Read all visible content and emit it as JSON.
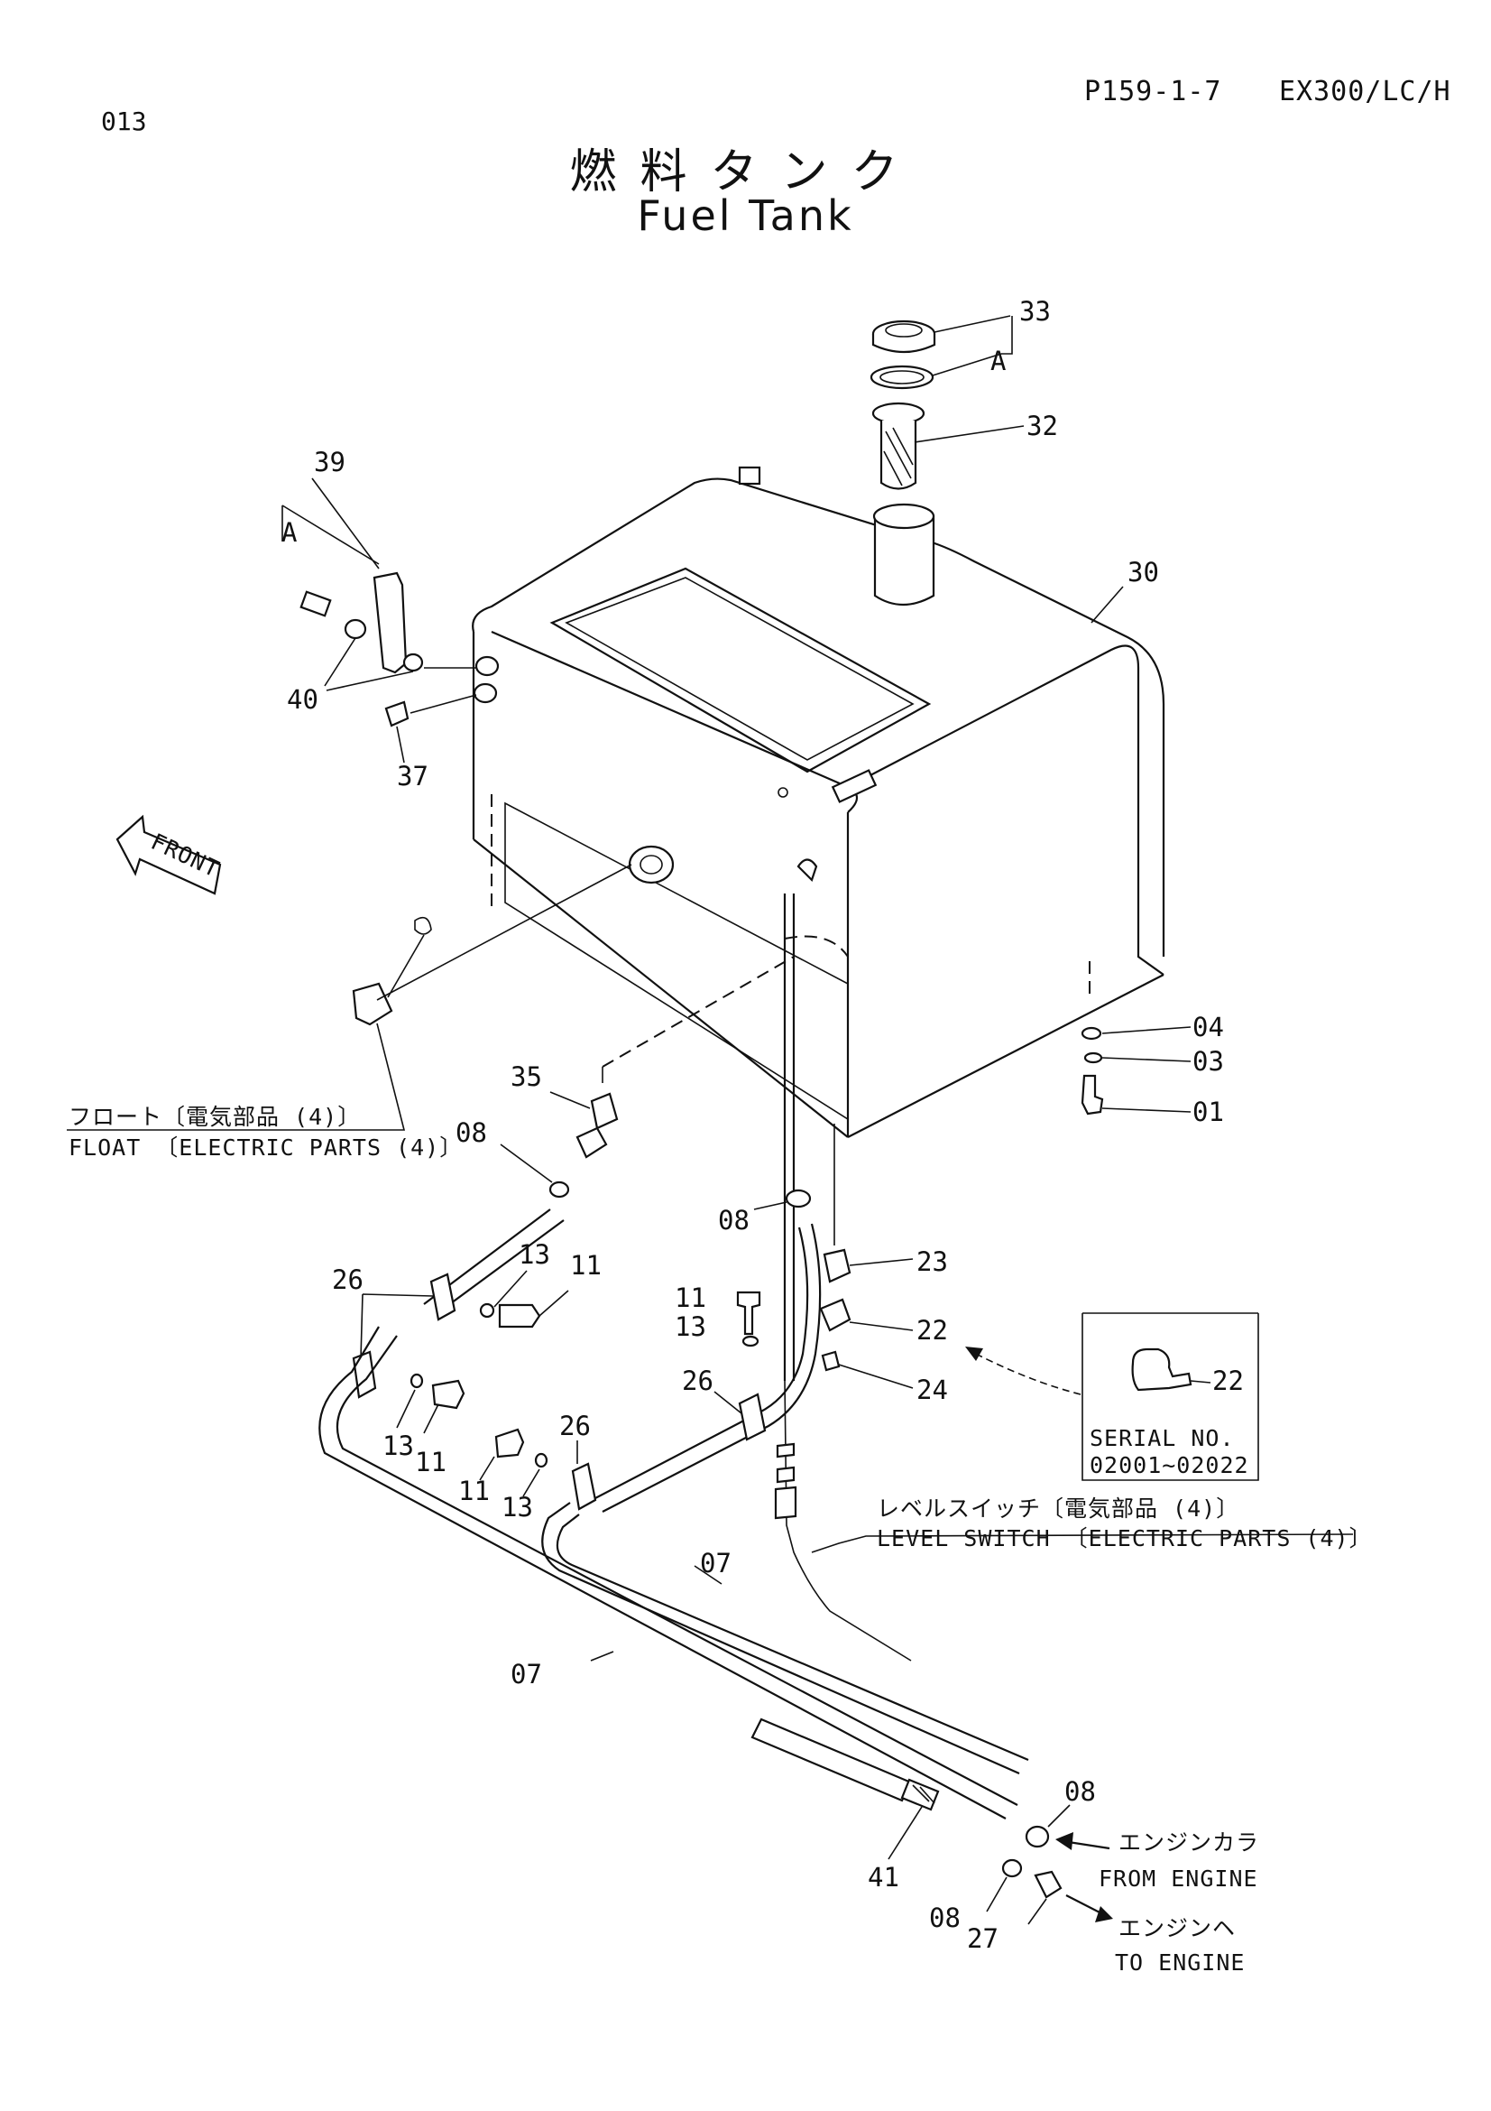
{
  "header": {
    "page_number": "013",
    "ref_code": "P159-1-7",
    "model": "EX300/LC/H",
    "title_jp": "燃料タンク",
    "title_en": "Fuel Tank"
  },
  "parts": {
    "p33": "33",
    "pA_top": "A",
    "p32": "32",
    "p30": "30",
    "p39": "39",
    "pA_left": "A",
    "p40": "40",
    "p37": "37",
    "p04": "04",
    "p03": "03",
    "p01": "01",
    "p35": "35",
    "p08_a": "08",
    "p08_b": "08",
    "p26_a": "26",
    "p13_a": "13",
    "p11_a": "11",
    "p23": "23",
    "p11_b": "11",
    "p13_b": "13",
    "p22": "22",
    "p26_b": "26",
    "p24": "24",
    "p13_c": "13",
    "p11_c": "11",
    "p11_d": "11",
    "p13_d": "13",
    "p26_c": "26",
    "p07_a": "07",
    "p07_b": "07",
    "p08_c": "08",
    "p41": "41",
    "p08_d": "08",
    "p27": "27",
    "p22_inset": "22"
  },
  "labels": {
    "front": "FRONT",
    "float_jp": "フロート〔電気部品 (4)〕",
    "float_en": "FLOAT 〔ELECTRIC PARTS (4)〕",
    "level_jp": "レベルスイッチ〔電気部品 (4)〕",
    "level_en": "LEVEL SWITCH 〔ELECTRIC PARTS (4)〕",
    "serial_label": "SERIAL  NO.",
    "serial_range": "02001~02022",
    "from_engine_jp": "エンジンカラ",
    "from_engine_en": "FROM  ENGINE",
    "to_engine_jp": "エンジンヘ",
    "to_engine_en": "TO  ENGINE"
  }
}
